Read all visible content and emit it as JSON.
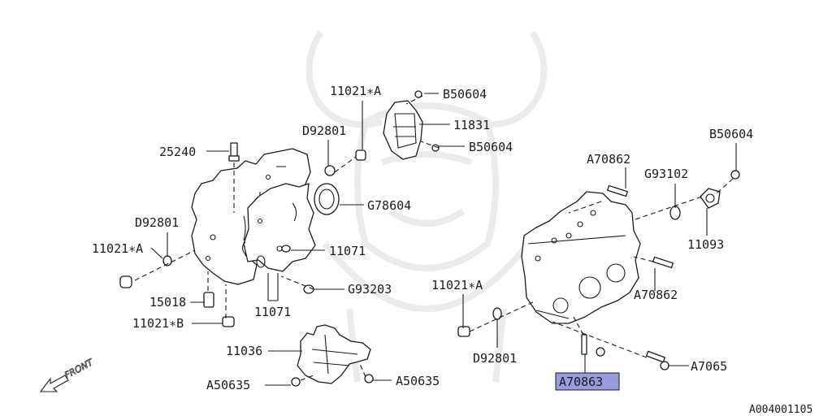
{
  "labels": {
    "p11021a_top": "11021∗A",
    "b50604_top": "B50604",
    "d92801_top": "D92801",
    "p11831": "11831",
    "b50604_mid": "B50604",
    "p25240": "25240",
    "g78604": "G78604",
    "d92801_left": "D92801",
    "p11021a_left": "11021∗A",
    "p11071_a": "11071",
    "p11071_b": "11071",
    "g93203": "G93203",
    "p15018": "15018",
    "p11021b": "11021∗B",
    "p11036": "11036",
    "a50635_left": "A50635",
    "a50635_right": "A50635",
    "a70862_top": "A70862",
    "b50604_right": "B50604",
    "g93102": "G93102",
    "p11093": "11093",
    "a70862_mid": "A70862",
    "p11021a_right": "11021∗A",
    "d92801_right": "D92801",
    "a70863": "A70863",
    "a7065": "A7065"
  },
  "front_label": "FRONT",
  "diagram_ref": "A004001105",
  "highlight_color": "#9a9ae0",
  "icons": {
    "front_arrow": "front-arrow-icon",
    "watermark": "samurai-helmet-watermark"
  }
}
